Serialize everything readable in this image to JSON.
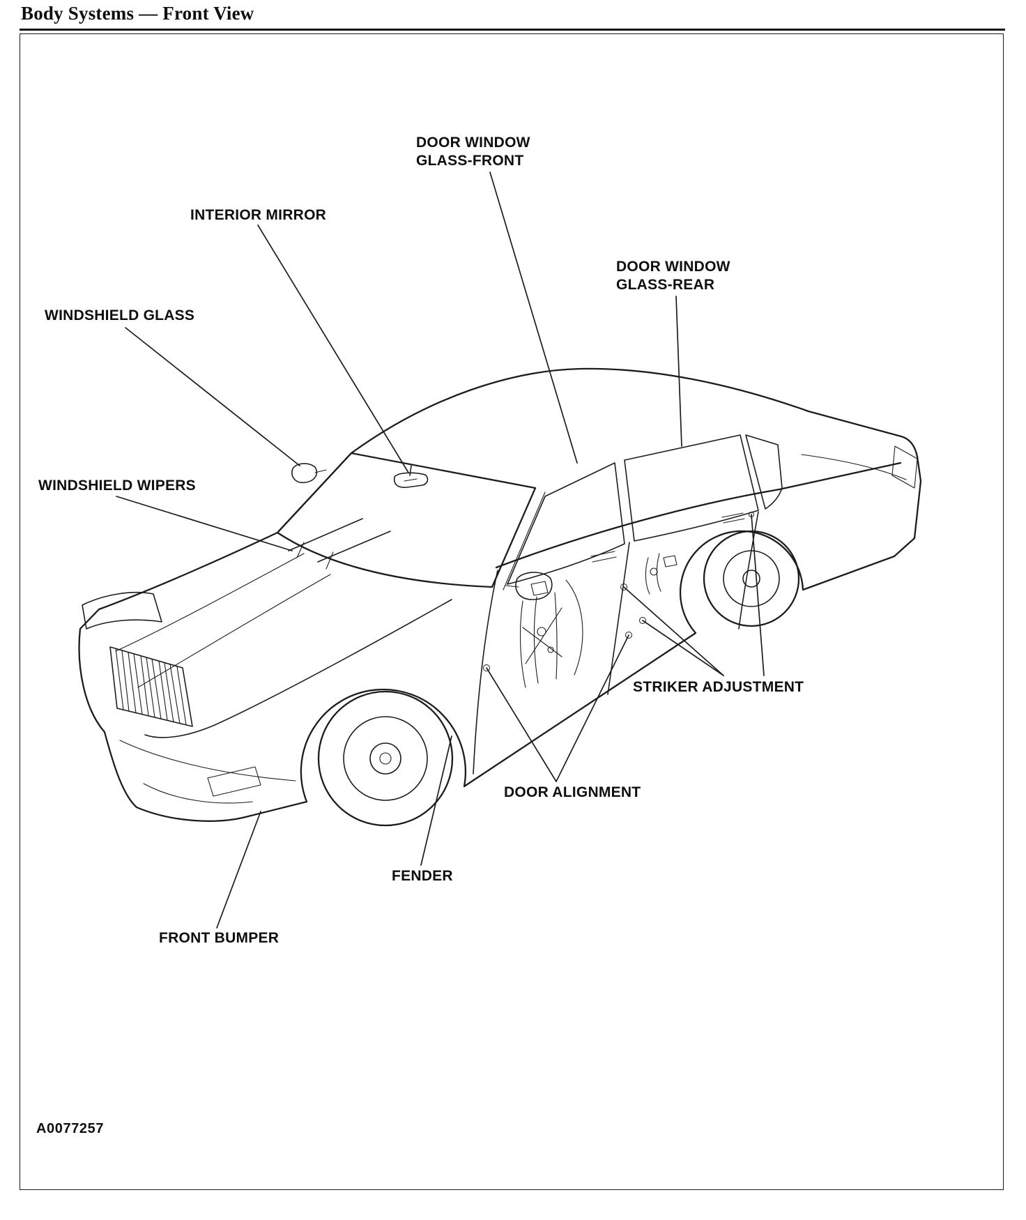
{
  "page": {
    "title": "Body Systems — Front View",
    "figure_id": "A0077257"
  },
  "labels": {
    "door_window_glass_front": "DOOR WINDOW\nGLASS-FRONT",
    "interior_mirror": "INTERIOR MIRROR",
    "door_window_glass_rear": "DOOR WINDOW\nGLASS-REAR",
    "windshield_glass": "WINDSHIELD GLASS",
    "windshield_wipers": "WINDSHIELD WIPERS",
    "striker_adjustment": "STRIKER ADJUSTMENT",
    "door_alignment": "DOOR ALIGNMENT",
    "fender": "FENDER",
    "front_bumper": "FRONT BUMPER"
  },
  "colors": {
    "ink": "#1c1c1c",
    "paper": "#ffffff"
  }
}
